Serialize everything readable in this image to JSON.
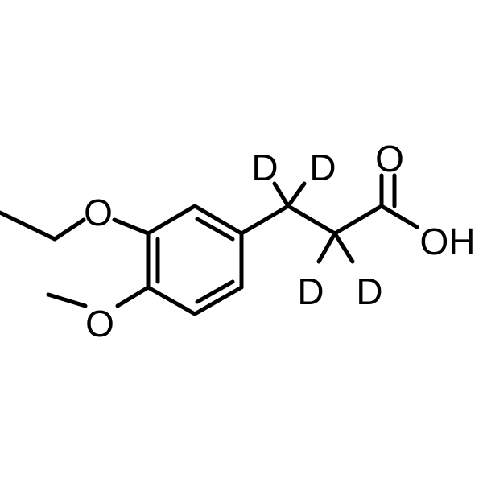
{
  "atoms": {
    "ethoxy_o": "O",
    "methoxy_o": "O",
    "carbonyl_o": "O",
    "hydroxyl": "OH",
    "d1": "D",
    "d2": "D",
    "d3": "D",
    "d4": "D"
  },
  "colors": {
    "ink": "#000000",
    "background": "#ffffff"
  }
}
